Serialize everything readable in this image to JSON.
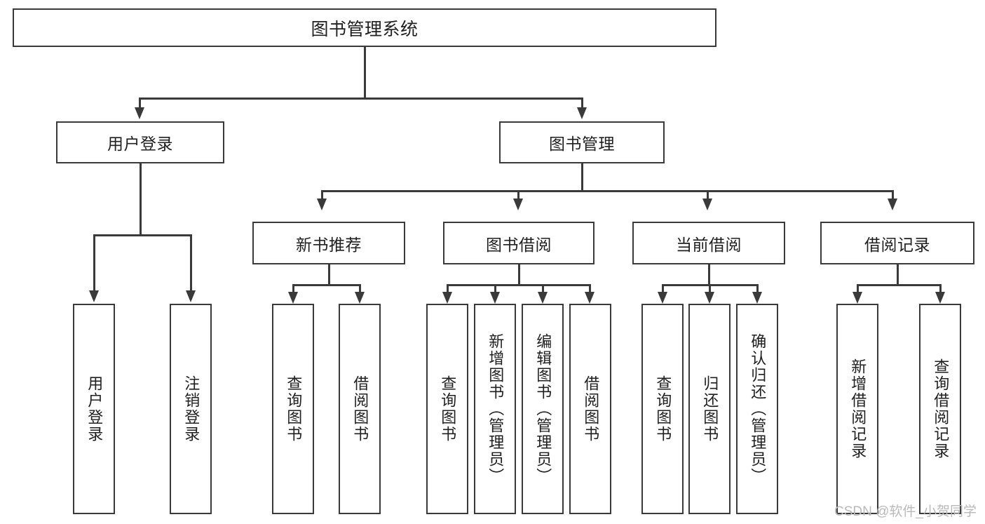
{
  "diagram": {
    "type": "tree",
    "title": "图书管理系统",
    "root": {
      "label": "图书管理系统"
    },
    "level2": [
      {
        "label": "用户登录"
      },
      {
        "label": "图书管理"
      }
    ],
    "level3": [
      {
        "label": "新书推荐"
      },
      {
        "label": "图书借阅"
      },
      {
        "label": "当前借阅"
      },
      {
        "label": "借阅记录"
      }
    ],
    "leaves": {
      "user_login": [
        {
          "label": "用户登录"
        },
        {
          "label": "注销登录"
        }
      ],
      "new_book_recommend": [
        {
          "label": "查询图书"
        },
        {
          "label": "借阅图书"
        }
      ],
      "book_borrow": [
        {
          "label": "查询图书"
        },
        {
          "label": "新增图书（管理员）"
        },
        {
          "label": "编辑图书（管理员）"
        },
        {
          "label": "借阅图书"
        }
      ],
      "current_borrow": [
        {
          "label": "查询图书"
        },
        {
          "label": "归还图书"
        },
        {
          "label": "确认归还（管理员）"
        }
      ],
      "borrow_record": [
        {
          "label": "新增借阅记录"
        },
        {
          "label": "查询借阅记录"
        }
      ]
    }
  },
  "watermark": {
    "text": "CSDN @软件_小贺同学"
  },
  "colors": {
    "stroke": "#3a3a3a",
    "text": "#1f1f1f",
    "background": "#ffffff",
    "watermark": "#b9b9b9"
  }
}
